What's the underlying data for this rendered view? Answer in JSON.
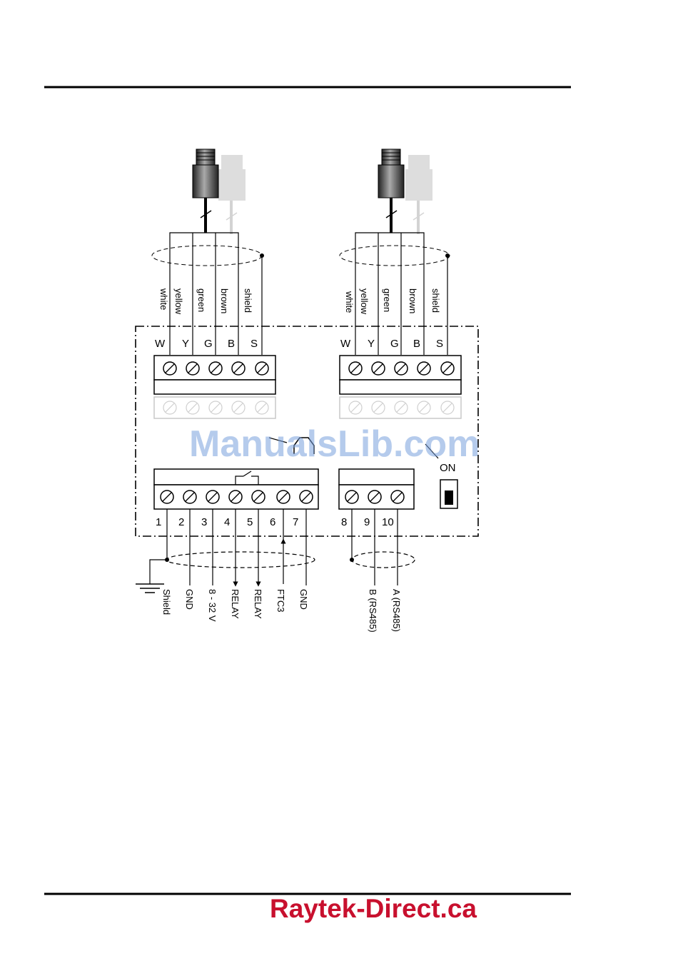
{
  "sensor_left": {
    "wires": [
      "white",
      "yellow",
      "green",
      "brown",
      "shield"
    ],
    "terminals": [
      "W",
      "Y",
      "G",
      "B",
      "S"
    ]
  },
  "sensor_right": {
    "wires": [
      "white",
      "yellow",
      "green",
      "brown",
      "shield"
    ],
    "terminals": [
      "W",
      "Y",
      "G",
      "B",
      "S"
    ]
  },
  "main_terminal": {
    "numbers": [
      "1",
      "2",
      "3",
      "4",
      "5",
      "6",
      "7"
    ],
    "signals": [
      "Shield",
      "GND",
      "8 - 32 V",
      "RELAY",
      "RELAY",
      "FTC3",
      "GND"
    ]
  },
  "rs485_terminal": {
    "numbers": [
      "8",
      "9",
      "10"
    ],
    "signals": [
      "B (RS485)",
      "A (RS485)"
    ]
  },
  "switch_label": "ON",
  "watermark": "ManualsLib.com",
  "footer_brand": "Raytek-Direct.ca"
}
